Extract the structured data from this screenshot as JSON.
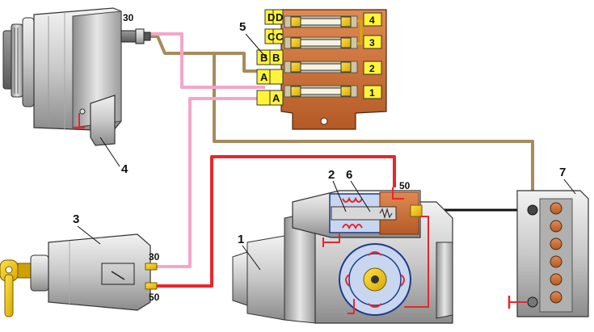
{
  "callouts": {
    "starter": "1",
    "traction_winding": "2",
    "ignition_switch": "3",
    "voltage_regulator": "4",
    "fuse_box": "5",
    "solenoid_relay": "6",
    "battery": "7"
  },
  "terminals": {
    "alternator_30": "30",
    "switch_30": "30",
    "switch_50": "50",
    "starter_50": "50"
  },
  "fuse_box": {
    "letters_left": [
      "A",
      "A",
      "B",
      "B",
      "C",
      "C",
      "D",
      "D"
    ],
    "fuse_numbers": [
      "4",
      "3",
      "2",
      "1"
    ]
  },
  "wire_colors": {
    "pink": "#f4a6c9",
    "brown": "#a88a5c",
    "red": "#e8262a",
    "black": "#111111"
  }
}
